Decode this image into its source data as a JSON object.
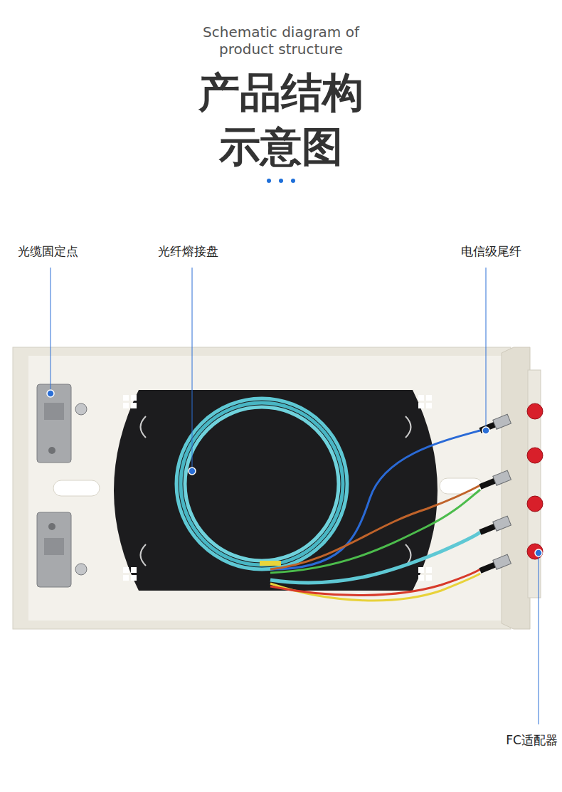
{
  "diagram": {
    "title": "产品结构 示意图",
    "labels": [
      "Schematic diagram of product structure",
      "光缆固定点",
      "光纤熔接盘",
      "电信级尾纤",
      "FC适配器"
    ]
  }
}
